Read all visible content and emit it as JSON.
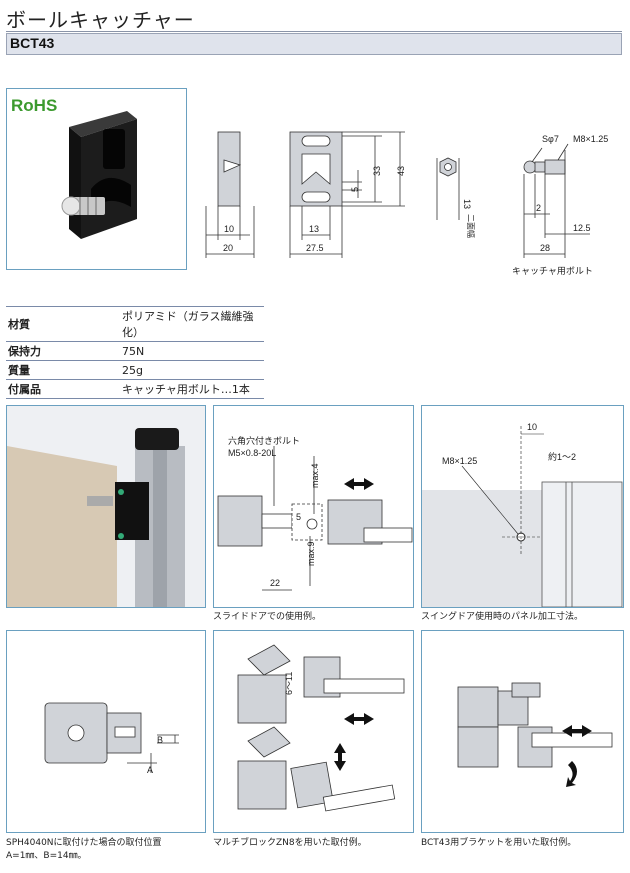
{
  "header": {
    "title": "ボールキャッチャー",
    "model": "BCT43"
  },
  "badge": "RoHS",
  "drawing": {
    "dims": [
      "10",
      "20",
      "13",
      "27.5",
      "33",
      "43",
      "5",
      "13",
      "Sφ7",
      "M8×1.25",
      "2",
      "12.5",
      "28"
    ],
    "hex_label": "二面幅",
    "bolt_caption": "キャッチャ用ボルト"
  },
  "specs": [
    {
      "key": "材質",
      "value": "ポリアミド（ガラス繊維強化）"
    },
    {
      "key": "保持力",
      "value": "75N"
    },
    {
      "key": "質量",
      "value": "25g"
    },
    {
      "key": "付属品",
      "value": "キャッチャ用ボルト…1本"
    }
  ],
  "panels": {
    "slide": {
      "bolt_label_1": "六角穴付きボルト",
      "bolt_label_2": "M5×0.8-20L",
      "max4": "max.4",
      "max9": "max.9",
      "d5": "5",
      "d22": "22",
      "caption": "スライドドアでの使用例。"
    },
    "swing": {
      "d10": "10",
      "thread": "M8×1.25",
      "approx": "約1～2",
      "caption": "スイングドア使用時のパネル加工寸法。"
    },
    "sph": {
      "a": "A",
      "b": "B",
      "caption1": "SPH4040Nに取付けた場合の取付位置",
      "caption2": "A=1㎜、B=14㎜。"
    },
    "zn8": {
      "range": "6～11",
      "caption": "マルチブロックZN8を用いた取付例。"
    },
    "bracket": {
      "caption": "BCT43用ブラケットを用いた取付例。"
    }
  },
  "colors": {
    "panel_border": "#6aa0c0",
    "header_bar": "#dfe3ec",
    "rohs_green": "#3c9a2e",
    "door_beige": "#d7c9b4",
    "frame_gray": "#b8bcc2"
  }
}
